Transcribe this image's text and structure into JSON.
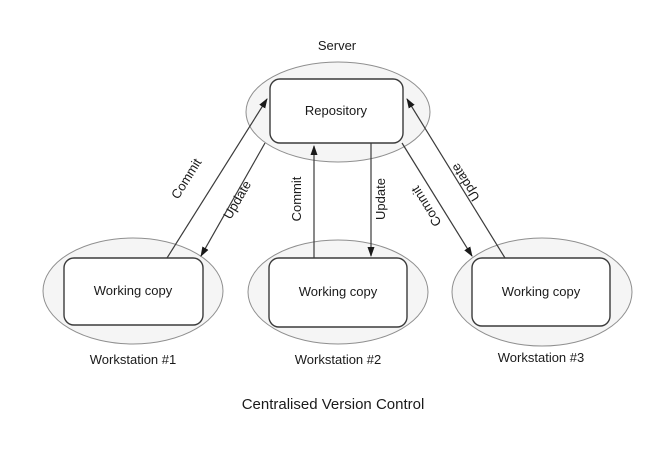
{
  "title": "Centralised Version Control",
  "server": {
    "label": "Server",
    "node_label": "Repository"
  },
  "workstations": [
    {
      "label": "Workstation #1",
      "node_label": "Working copy"
    },
    {
      "label": "Workstation #2",
      "node_label": "Working copy"
    },
    {
      "label": "Workstation #3",
      "node_label": "Working copy"
    }
  ],
  "edges": [
    {
      "label": "Commit",
      "from": "workstation-1",
      "to": "repository"
    },
    {
      "label": "Update",
      "from": "repository",
      "to": "workstation-1"
    },
    {
      "label": "Commit",
      "from": "workstation-2",
      "to": "repository"
    },
    {
      "label": "Update",
      "from": "repository",
      "to": "workstation-2"
    },
    {
      "label": "Commit",
      "from": "repository",
      "to": "workstation-3"
    },
    {
      "label": "Update",
      "from": "workstation-3",
      "to": "repository"
    }
  ],
  "colors": {
    "background": "#ffffff",
    "zone_fill": "#f5f5f5",
    "zone_stroke": "#8f8f8f",
    "box_fill": "#ffffff",
    "box_stroke": "#3b3b3b",
    "line": "#3b3b3b",
    "text": "#1a1a1a"
  }
}
